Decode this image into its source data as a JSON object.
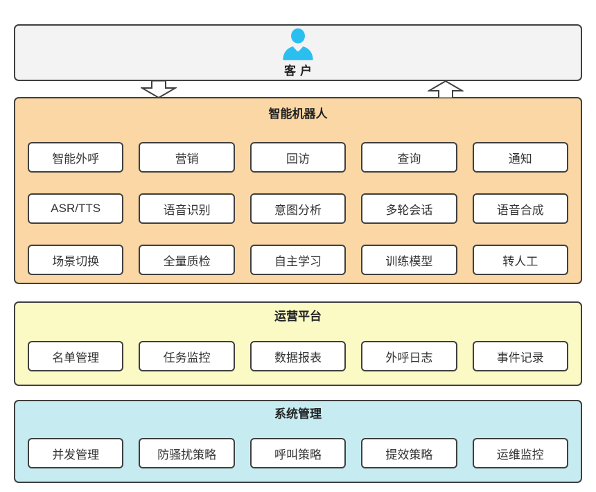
{
  "customer": {
    "label": "客户",
    "icon": "person-icon"
  },
  "flow": {
    "down_arrow": "down-block-arrow",
    "up_arrow": "up-block-arrow"
  },
  "sections": [
    {
      "id": "robot",
      "title": "智能机器人",
      "rows": [
        [
          "智能外呼",
          "营销",
          "回访",
          "查询",
          "通知"
        ],
        [
          "ASR/TTS",
          "语音识别",
          "意图分析",
          "多轮会话",
          "语音合成"
        ],
        [
          "场景切换",
          "全量质检",
          "自主学习",
          "训练模型",
          "转人工"
        ]
      ]
    },
    {
      "id": "ops",
      "title": "运营平台",
      "rows": [
        [
          "名单管理",
          "任务监控",
          "数据报表",
          "外呼日志",
          "事件记录"
        ]
      ]
    },
    {
      "id": "system",
      "title": "系统管理",
      "rows": [
        [
          "并发管理",
          "防骚扰策略",
          "呼叫策略",
          "提效策略",
          "运维监控"
        ]
      ]
    }
  ],
  "colors": {
    "customer_bg": "#F3F3F3",
    "robot_bg": "#FAD7A4",
    "ops_bg": "#FBF9C4",
    "system_bg": "#C6EBF1",
    "border": "#3F3F3F",
    "node_bg": "#FFFFFF",
    "person_icon": "#2BBFF0",
    "text": "#222222"
  }
}
